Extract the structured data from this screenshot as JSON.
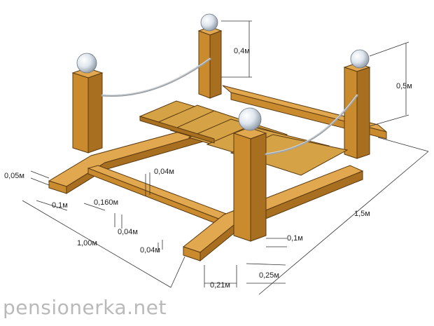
{
  "watermark": "pensionerka.net",
  "dimensions": {
    "post_height": "0,4м",
    "post_total": "0,5м",
    "length": "1,5м",
    "width": "1,00м",
    "base_thickness": "0,05м",
    "base_width": "0,1м",
    "rail_spacing": "0,160м",
    "rail_top_section": "0,04м",
    "rail_side_section": "0,04м",
    "rail_front_section": "0,04м",
    "post_side": "0,1м",
    "foot_length": "0,25м",
    "foot_width": "0,21м"
  },
  "colors": {
    "wood": "#e2a84f",
    "wood_shadow": "#c98b2e",
    "rope": "#9fa5a8",
    "ball": "#dfe6ee"
  }
}
